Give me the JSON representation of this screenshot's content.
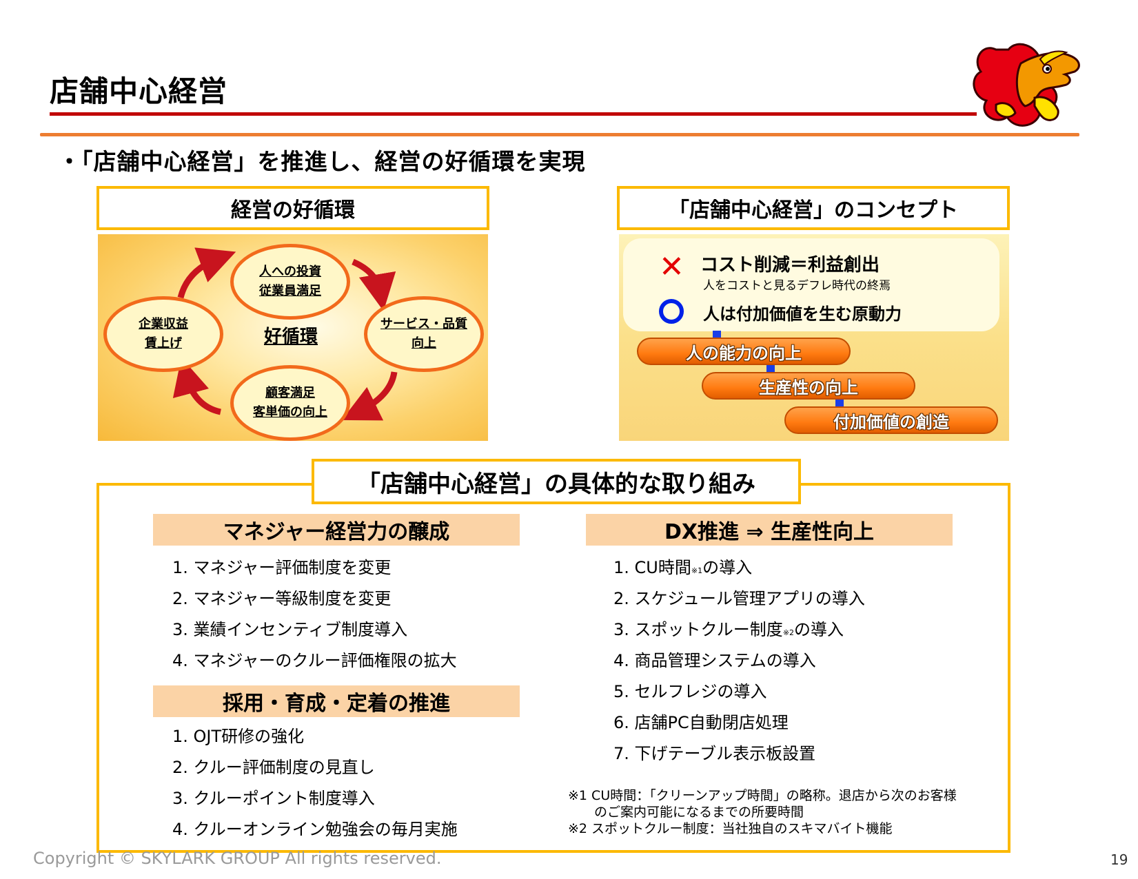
{
  "header": {
    "title": "店舗中心経営"
  },
  "bullet": "・「店舗中心経営」を推進し、経営の好循環を実現",
  "left_panel": {
    "header": "経営の好循環",
    "center": "好循環",
    "top": [
      "人への投資",
      "従業員満足"
    ],
    "right": [
      "サービス・品質",
      "向上"
    ],
    "bottom": [
      "顧客満足",
      "客単価の向上"
    ],
    "left": [
      "企業収益",
      "賃上げ"
    ]
  },
  "right_panel": {
    "header": "「店舗中心経営」のコンセプト",
    "x_mark": "✕",
    "cost_line": "コスト削減＝利益創出",
    "cost_sub": "人をコストと見るデフレ時代の終焉",
    "value_line": "人は付加価値を生む原動力",
    "steps": [
      "人の能力の向上",
      "生産性の向上",
      "付加価値の創造"
    ]
  },
  "main": {
    "header": "「店舗中心経営」の具体的な取り組み",
    "manager": {
      "title": "マネジャー経営力の醸成",
      "items": [
        "1. マネジャー評価制度を変更",
        "2. マネジャー等級制度を変更",
        "3. 業績インセンティブ制度導入",
        "4. マネジャーのクルー評価権限の拡大"
      ]
    },
    "hiring": {
      "title": "採用・育成・定着の推進",
      "items": [
        "1. OJT研修の強化",
        "2. クルー評価制度の見直し",
        "3. クルーポイント制度導入",
        "4. クルーオンライン勉強会の毎月実施"
      ]
    },
    "dx": {
      "title": "DX推進 ⇒ 生産性向上",
      "item1_pre": "1. CU時間",
      "item1_sup": "※1",
      "item1_post": "の導入",
      "item2": "2. スケジュール管理アプリの導入",
      "item3_pre": "3. スポットクルー制度",
      "item3_sup": "※2",
      "item3_post": "の導入",
      "item4": "4. 商品管理システムの導入",
      "item5": "5. セルフレジの導入",
      "item6": "6. 店舗PC自動閉店処理",
      "item7": "7. 下げテーブル表示板設置"
    },
    "notes": [
      "※1 CU時間：「クリーンアップ時間」の略称。退店から次のお客様",
      "　　のご案内可能になるまでの所要時間",
      "※2 スポットクルー制度：当社独自のスキマバイト機能"
    ]
  },
  "footer": {
    "copyright": "Copyright © SKYLARK GROUP All rights reserved.",
    "page": "19"
  },
  "colors": {
    "accent_red": "#c00000",
    "accent_orange": "#ed7d31",
    "box_border": "#fcb900",
    "subhead_bg": "#fbd3a6"
  },
  "icons": [
    "mascot-logo",
    "cycle-arrow-icon",
    "x-mark-icon",
    "circle-mark-icon",
    "down-arrow-icon"
  ]
}
